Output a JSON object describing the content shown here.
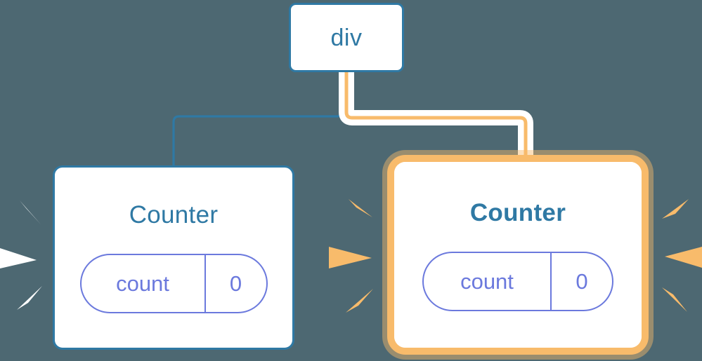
{
  "diagram": {
    "title": "component-tree-rerender",
    "background_color": "#4d6872",
    "colors": {
      "node_blue": "#2f79a4",
      "highlight_orange": "#f8bb6b",
      "highlight_orange_glow": "#fbdcb1",
      "state_purple": "#6b79dd",
      "box_fill": "#ffffff",
      "halo_white": "#ffffff"
    },
    "nodes": [
      {
        "id": "root",
        "label": "div",
        "style": "plain",
        "highlighted": false
      },
      {
        "id": "counter-left",
        "label": "Counter",
        "style": "plain",
        "highlighted": false,
        "state": {
          "key": "count",
          "value": "0"
        },
        "sparkle": {
          "color": "#ffffff",
          "side": "left",
          "rays": 3
        }
      },
      {
        "id": "counter-right",
        "label": "Counter",
        "style": "bold",
        "highlighted": true,
        "state": {
          "key": "count",
          "value": "0"
        },
        "sparkle_left": {
          "color": "#f8bb6b",
          "side": "left",
          "rays": 3
        },
        "sparkle_right": {
          "color": "#f8bb6b",
          "side": "right",
          "rays": 3
        }
      }
    ],
    "edges": [
      {
        "id": "root-to-counter-left",
        "from": "root",
        "to": "counter-left",
        "color": "#2f79a4",
        "width": 3,
        "highlighted": false
      },
      {
        "id": "root-to-counter-right",
        "from": "root",
        "to": "counter-right",
        "color": "#f8bb6b",
        "width": 5,
        "halo": "#ffffff",
        "highlighted": true
      }
    ]
  }
}
